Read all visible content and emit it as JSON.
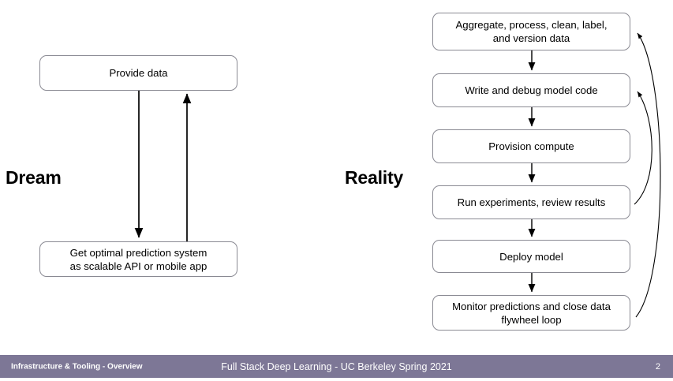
{
  "slide": {
    "page_number": "2",
    "box_border_color": "#8a8a93",
    "arrow_color": "#000000",
    "footer_bg_color": "#7d7796",
    "footer_text_color": "#ffffff"
  },
  "dream": {
    "heading": "Dream",
    "boxes": [
      {
        "id": "provide-data",
        "lines": [
          "Provide data"
        ]
      },
      {
        "id": "optimal-system",
        "lines": [
          "Get optimal prediction system",
          "as scalable API or mobile app"
        ]
      }
    ],
    "connectors": [
      {
        "name": "down-arrow",
        "from": "provide-data",
        "to": "optimal-system",
        "direction": "down"
      },
      {
        "name": "up-arrow",
        "from": "optimal-system",
        "to": "provide-data",
        "direction": "up"
      }
    ]
  },
  "reality": {
    "heading": "Reality",
    "boxes": [
      {
        "id": "aggregate",
        "lines": [
          "Aggregate, process, clean, label,",
          "and version data"
        ]
      },
      {
        "id": "write-debug",
        "lines": [
          "Write and debug model code"
        ]
      },
      {
        "id": "provision",
        "lines": [
          "Provision compute"
        ]
      },
      {
        "id": "experiments",
        "lines": [
          "Run experiments, review results"
        ]
      },
      {
        "id": "deploy",
        "lines": [
          "Deploy model"
        ]
      },
      {
        "id": "monitor",
        "lines": [
          "Monitor predictions and close data",
          "flywheel loop"
        ]
      }
    ],
    "connectors": [
      {
        "name": "aggregate-to-write-debug",
        "direction": "down"
      },
      {
        "name": "write-debug-to-provision",
        "direction": "down"
      },
      {
        "name": "provision-to-experiments",
        "direction": "down"
      },
      {
        "name": "experiments-to-deploy",
        "direction": "down"
      },
      {
        "name": "deploy-to-monitor",
        "direction": "down"
      },
      {
        "name": "experiments-back-to-write-debug",
        "direction": "curved-up"
      },
      {
        "name": "monitor-back-to-aggregate",
        "direction": "curved-up"
      }
    ]
  },
  "footer": {
    "left": "Infrastructure & Tooling - Overview",
    "center": "Full Stack Deep Learning - UC Berkeley Spring 2021",
    "page": "2"
  }
}
